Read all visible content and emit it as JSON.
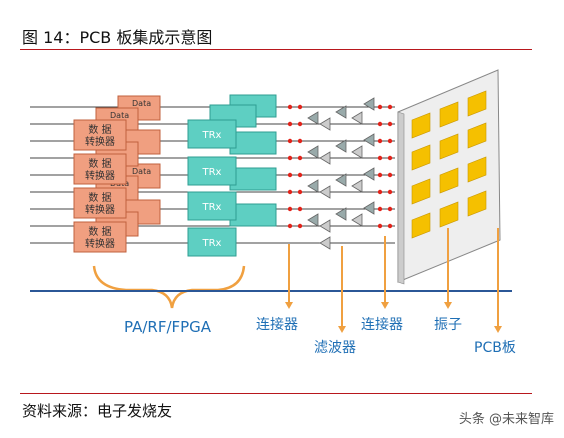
{
  "figure": {
    "title": "图 14：PCB 板集成示意图"
  },
  "source": {
    "text": "资料来源：电子发烧友"
  },
  "watermark": {
    "text": "头条 @未来智库"
  },
  "diagram": {
    "data_block_top_text": "Data",
    "data_block_side_text": "Data",
    "converter_text_line1": "数 据",
    "converter_text_line2": "转换器",
    "trx_text": "TRx",
    "labels": {
      "group": "PA/RF/FPGA",
      "connector_1": "连接器",
      "filter": "滤波器",
      "connector_2": "连接器",
      "element": "振子",
      "pcb": "PCB板"
    },
    "colors": {
      "converter_fill": "#f09f80",
      "trx_fill": "#5ecfc2",
      "antenna_patch": "#f5c000",
      "baseline": "#2b5797",
      "pointer": "#f0a040",
      "connector_dot": "#e2231a"
    }
  }
}
